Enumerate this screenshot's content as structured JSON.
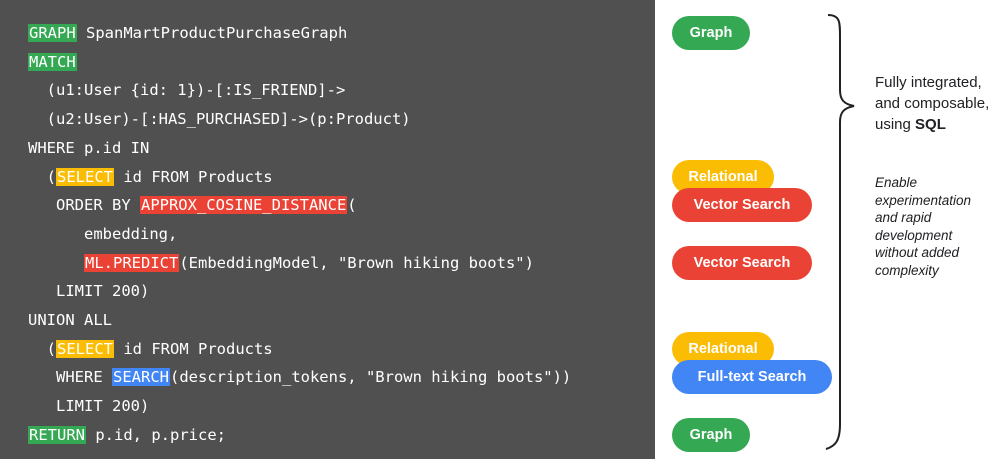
{
  "code_lines": [
    {
      "parts": [
        {
          "text": "GRAPH",
          "hl": "green"
        },
        {
          "text": " SpanMartProductPurchaseGraph"
        }
      ]
    },
    {
      "parts": [
        {
          "text": "MATCH",
          "hl": "green"
        }
      ]
    },
    {
      "parts": [
        {
          "text": "  (u1:User {id: 1})-[:IS_FRIEND]->"
        }
      ]
    },
    {
      "parts": [
        {
          "text": "  (u2:User)-[:HAS_PURCHASED]->(p:Product)"
        }
      ]
    },
    {
      "parts": [
        {
          "text": "WHERE p.id IN"
        }
      ]
    },
    {
      "parts": [
        {
          "text": "  ("
        },
        {
          "text": "SELECT",
          "hl": "yellow"
        },
        {
          "text": " id FROM Products"
        }
      ]
    },
    {
      "parts": [
        {
          "text": "   ORDER BY "
        },
        {
          "text": "APPROX_COSINE_DISTANCE",
          "hl": "red"
        },
        {
          "text": "("
        }
      ]
    },
    {
      "parts": [
        {
          "text": "      embedding,"
        }
      ]
    },
    {
      "parts": [
        {
          "text": "      "
        },
        {
          "text": "ML.PREDICT",
          "hl": "red"
        },
        {
          "text": "(EmbeddingModel, \"Brown hiking boots\")"
        }
      ]
    },
    {
      "parts": [
        {
          "text": "   LIMIT 200)"
        }
      ]
    },
    {
      "parts": [
        {
          "text": "UNION ALL"
        }
      ]
    },
    {
      "parts": [
        {
          "text": "  ("
        },
        {
          "text": "SELECT",
          "hl": "yellow"
        },
        {
          "text": " id FROM Products"
        }
      ]
    },
    {
      "parts": [
        {
          "text": "   WHERE "
        },
        {
          "text": "SEARCH",
          "hl": "blue"
        },
        {
          "text": "(description_tokens, \"Brown hiking boots\"))"
        }
      ]
    },
    {
      "parts": [
        {
          "text": "   LIMIT 200)"
        }
      ]
    },
    {
      "parts": [
        {
          "text": "RETURN",
          "hl": "green"
        },
        {
          "text": " p.id, p.price;"
        }
      ]
    }
  ],
  "tags": [
    {
      "label": "Graph",
      "color": "#34a853",
      "line": 0
    },
    {
      "label": "Relational",
      "color": "#fbbc04",
      "line": 5
    },
    {
      "label": "Vector Search",
      "color": "#ea4335",
      "line": 6
    },
    {
      "label": "Vector Search",
      "color": "#ea4335",
      "line": 8
    },
    {
      "label": "Relational",
      "color": "#fbbc04",
      "line": 11
    },
    {
      "label": "Full-text Search",
      "color": "#4285f4",
      "line": 12
    },
    {
      "label": "Graph",
      "color": "#34a853",
      "line": 14
    }
  ],
  "notes": {
    "main_prefix": "Fully integrated, and composable, using ",
    "main_bold": "SQL",
    "italic": "Enable experimentation and rapid development without  added complexity"
  },
  "colors": {
    "green": "#34a853",
    "yellow": "#fbbc04",
    "red": "#ea4335",
    "blue": "#4285f4",
    "panel": "#505050"
  }
}
